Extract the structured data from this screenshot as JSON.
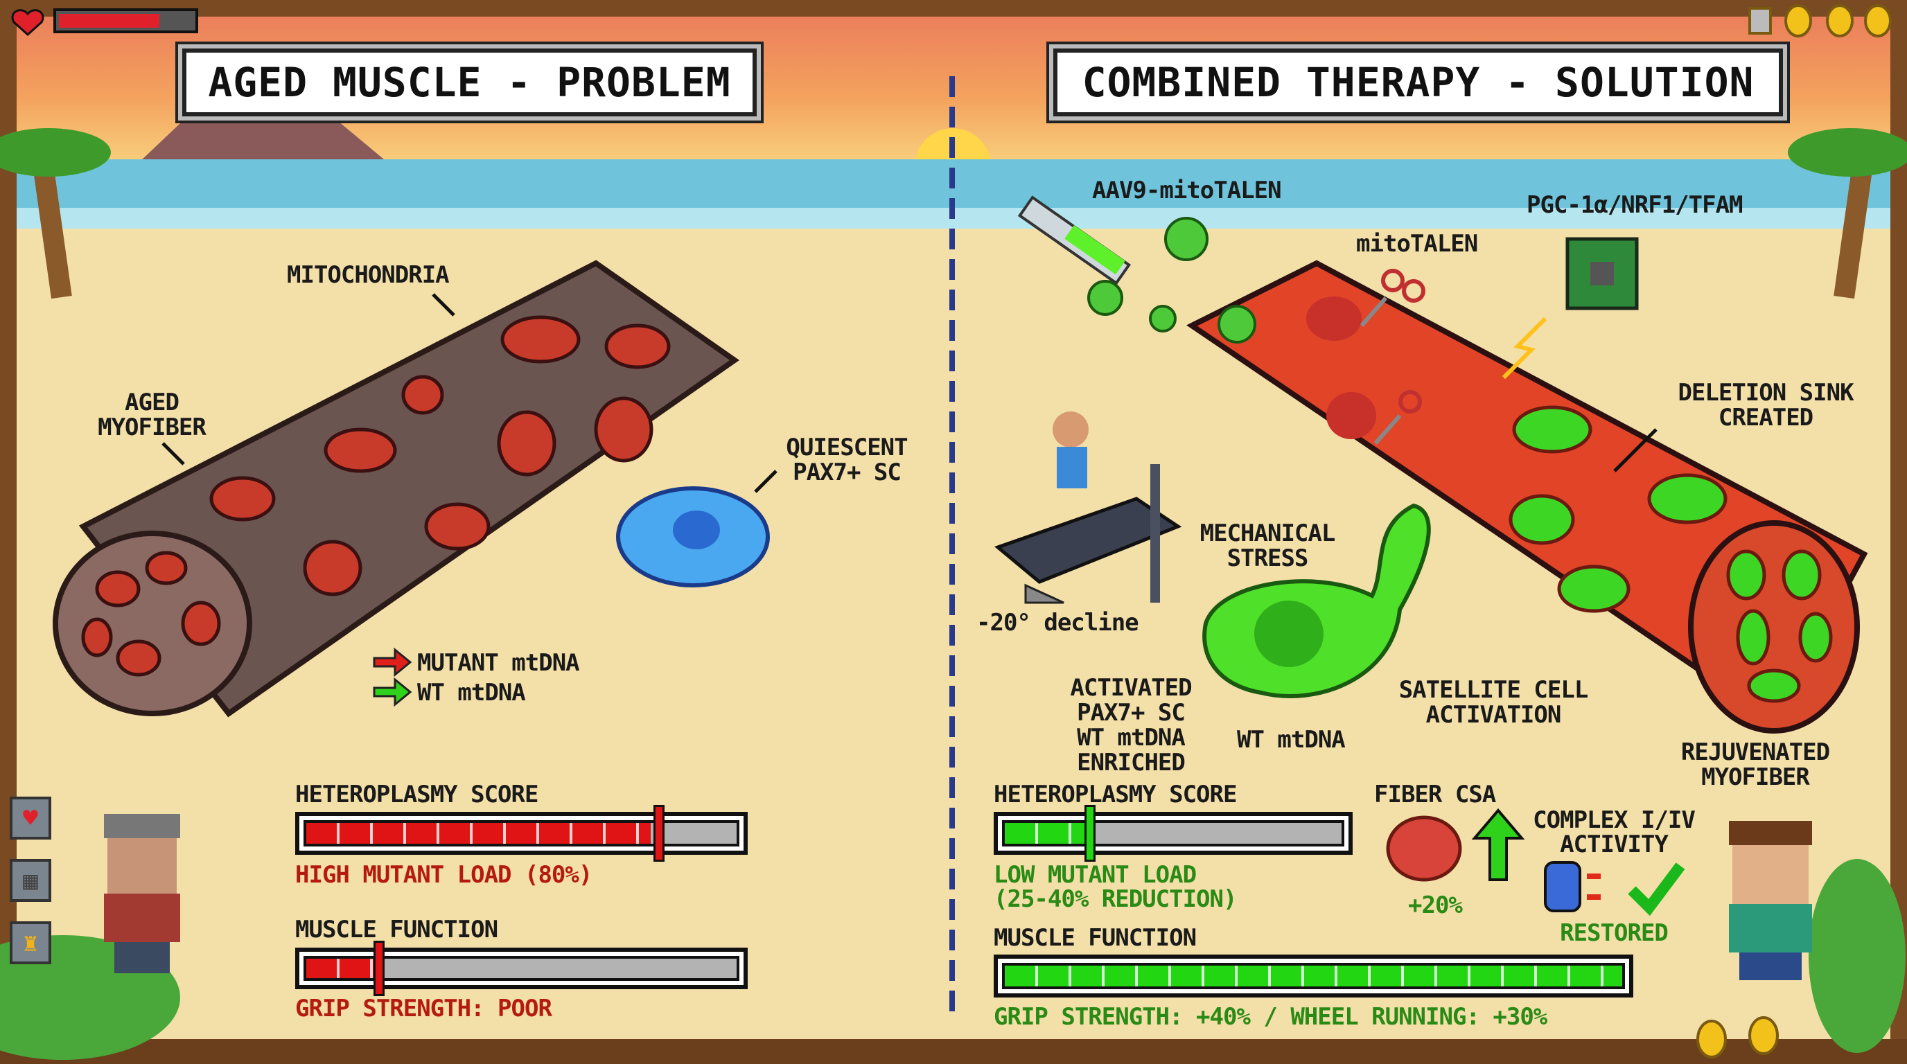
{
  "hud": {
    "health_fraction": 0.75,
    "coins": 3
  },
  "left_panel": {
    "title": "AGED MUSCLE - PROBLEM",
    "labels": {
      "mitochondria": "MITOCHONDRIA",
      "aged_myofiber_1": "AGED",
      "aged_myofiber_2": "MYOFIBER",
      "quiescent_1": "QUIESCENT",
      "quiescent_2": "PAX7+ SC"
    },
    "legend": {
      "mutant": "MUTANT mtDNA",
      "wt": "WT mtDNA",
      "mutant_color": "#e0201a",
      "wt_color": "#2fd21a"
    },
    "heteroplasmy": {
      "label": "HETEROPLASMY SCORE",
      "value_percent": 80,
      "caption": "HIGH MUTANT LOAD (80%)"
    },
    "muscle_function": {
      "label": "MUSCLE FUNCTION",
      "value_percent": 17,
      "caption": "GRIP STRENGTH: POOR"
    },
    "side_icons": [
      "heart-icon",
      "chart-icon",
      "trophy-icon"
    ]
  },
  "right_panel": {
    "title": "COMBINED THERAPY - SOLUTION",
    "labels": {
      "aav9": "AAV9-mitoTALEN",
      "pgc": "PGC-1α/NRF1/TFAM",
      "mitotalen": "mitoTALEN",
      "deletion_1": "DELETION SINK",
      "deletion_2": "CREATED",
      "mech_1": "MECHANICAL",
      "mech_2": "STRESS",
      "decline": "-20° decline",
      "activated_1": "ACTIVATED",
      "activated_2": "PAX7+ SC",
      "activated_3": "WT mtDNA",
      "activated_4": "ENRICHED",
      "wt_mtdna": "WT mtDNA",
      "satellite_1": "SATELLITE CELL",
      "satellite_2": "ACTIVATION",
      "rejuvenated_1": "REJUVENATED",
      "rejuvenated_2": "MYOFIBER"
    },
    "heteroplasmy": {
      "label": "HETEROPLASMY SCORE",
      "value_percent": 25,
      "caption_1": "LOW MUTANT LOAD",
      "caption_2": "(25-40% REDUCTION)"
    },
    "fiber_csa": {
      "label": "FIBER CSA",
      "value": "+20%"
    },
    "complex": {
      "label_1": "COMPLEX I/IV",
      "label_2": "ACTIVITY",
      "status": "RESTORED"
    },
    "muscle_function": {
      "label": "MUSCLE FUNCTION",
      "value_percent": 100,
      "caption": "GRIP STRENGTH: +40% / WHEEL RUNNING: +30%"
    }
  },
  "colors": {
    "bad": "#e01414",
    "good": "#22d612",
    "sand": "#f3dfa8",
    "frame": "#7a4a22"
  }
}
